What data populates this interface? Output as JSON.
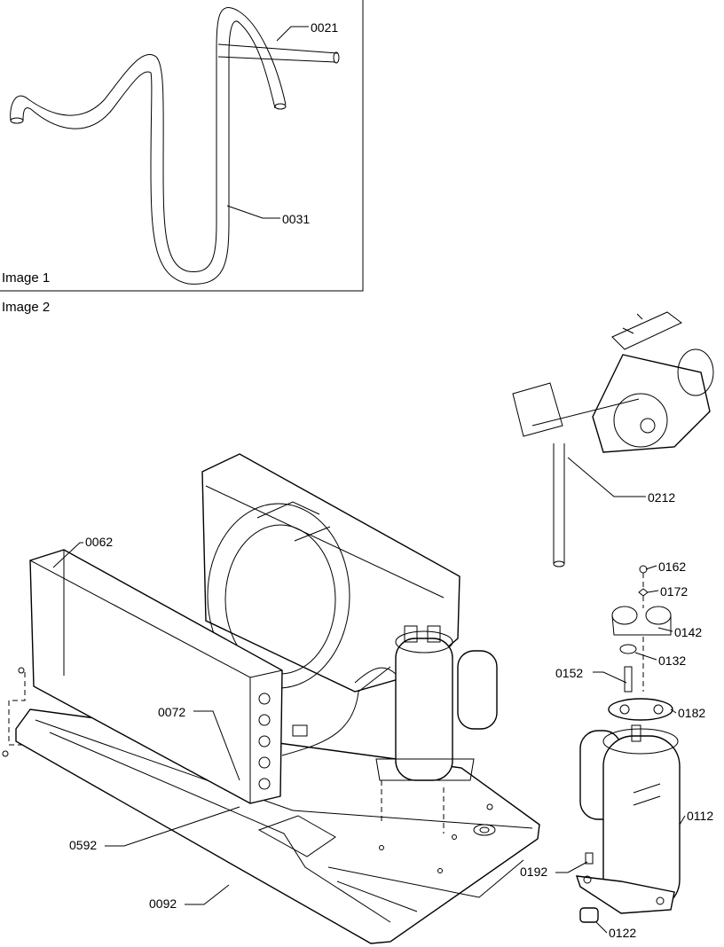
{
  "captions": {
    "image1": "Image 1",
    "image2": "Image 2"
  },
  "callouts": {
    "p0021": "0021",
    "p0031": "0031",
    "p0062": "0062",
    "p0072": "0072",
    "p0592": "0592",
    "p0092": "0092",
    "p0212": "0212",
    "p0162": "0162",
    "p0172": "0172",
    "p0142": "0142",
    "p0132": "0132",
    "p0152": "0152",
    "p0182": "0182",
    "p0112": "0112",
    "p0192": "0192",
    "p0122": "0122"
  }
}
